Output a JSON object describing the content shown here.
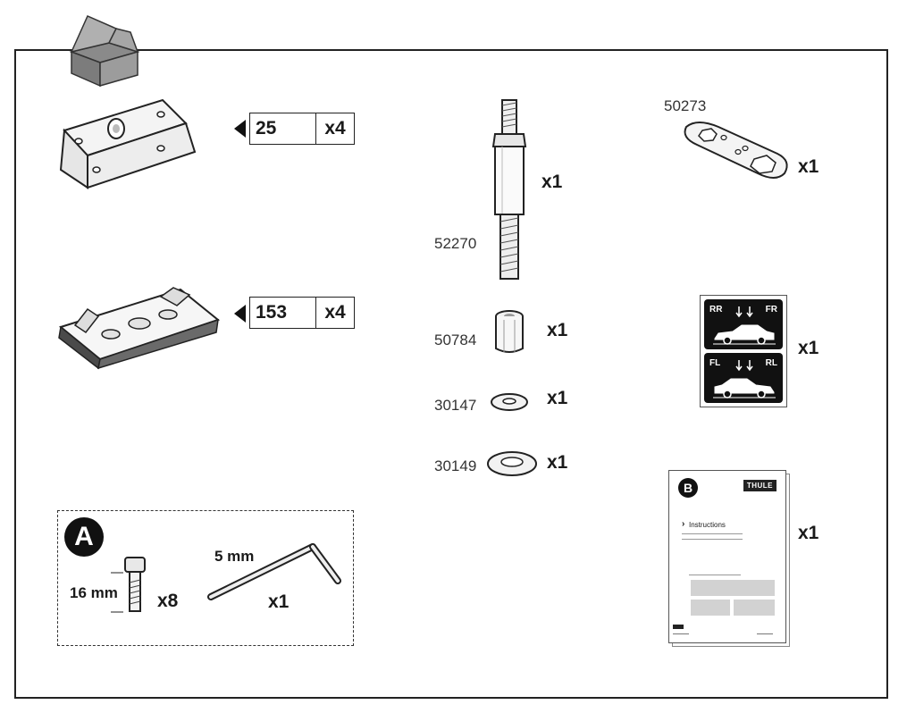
{
  "parts": {
    "bracket": {
      "number": "25",
      "quantity": "x4"
    },
    "pad": {
      "number": "153",
      "quantity": "x4"
    },
    "threaded_rod": {
      "code": "52270",
      "quantity": "x1"
    },
    "wrench": {
      "code": "50273",
      "quantity": "x1"
    },
    "nut": {
      "code": "50784",
      "quantity": "x1"
    },
    "washer_small": {
      "code": "30147",
      "quantity": "x1"
    },
    "washer_large": {
      "code": "30149",
      "quantity": "x1"
    },
    "sticker": {
      "quantity": "x1",
      "top_left": "RR",
      "top_right": "FR",
      "bottom_left": "FL",
      "bottom_right": "RL"
    },
    "instructions": {
      "badge": "B",
      "brand": "THULE",
      "title": "Instructions",
      "quantity": "x1"
    }
  },
  "kit_a": {
    "badge": "A",
    "bolt_length": "16 mm",
    "bolt_quantity": "x8",
    "key_size": "5 mm",
    "key_quantity": "x1"
  },
  "icons": {
    "top_left": "open-box-icon"
  }
}
